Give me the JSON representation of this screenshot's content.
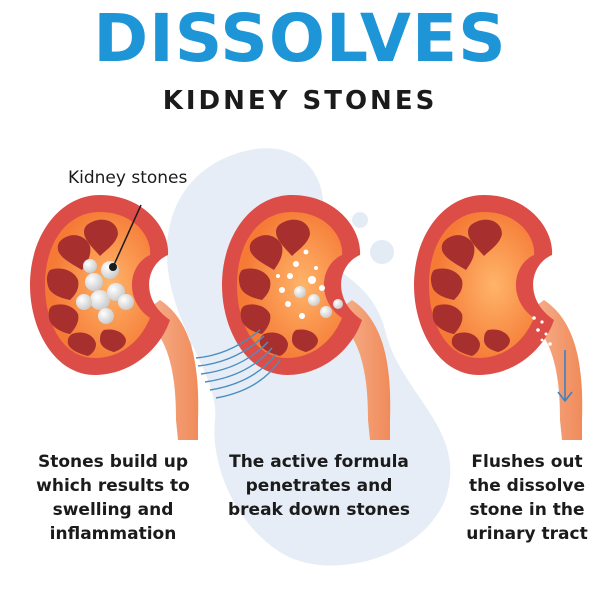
{
  "header": {
    "title": "DISSOLVES",
    "subtitle": "KIDNEY STONES"
  },
  "callout": {
    "label": "Kidney stones"
  },
  "captions": [
    {
      "lines": [
        "Stones build up",
        "which results to",
        "swelling and",
        "inflammation"
      ]
    },
    {
      "lines": [
        "The active formula",
        "penetrates and",
        "break down stones"
      ]
    },
    {
      "lines": [
        "Flushes out",
        "the dissolve",
        "stone in the",
        "urinary tract"
      ]
    }
  ],
  "colors": {
    "title": "#1e95d6",
    "kidney_outer": "#dd4d48",
    "kidney_inner": "#f57a35",
    "pyramid": "#a7302f",
    "ureter": "#f5a07a",
    "stone": "#e5e5e5",
    "blob": "#e3ebf5",
    "waves": "#4a8fbf",
    "arrow": "#3b82c4"
  }
}
